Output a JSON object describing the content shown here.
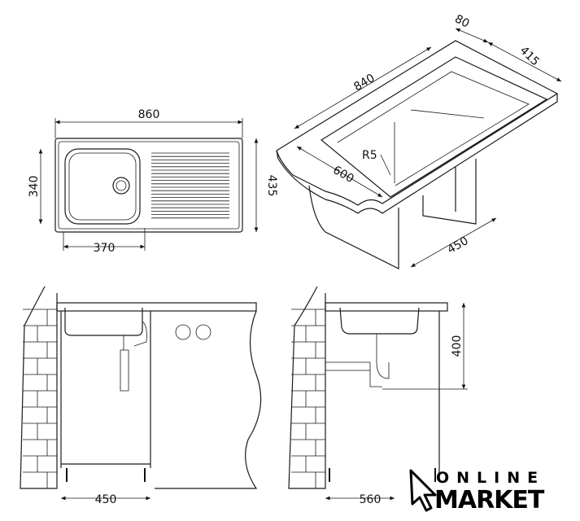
{
  "plan_view": {
    "width": "860",
    "bowl_depth": "340",
    "depth": "435",
    "bowl_width": "370"
  },
  "iso_view": {
    "length": "840",
    "rim": "80",
    "width": "415",
    "radius": "R5",
    "bowl_length": "600",
    "cabinet": "450"
  },
  "front_elevation": {
    "cabinet_width": "450"
  },
  "side_elevation": {
    "height": "400",
    "cabinet_depth": "560"
  },
  "logo": {
    "line1": "ONLINE",
    "line2": "MARKET"
  }
}
